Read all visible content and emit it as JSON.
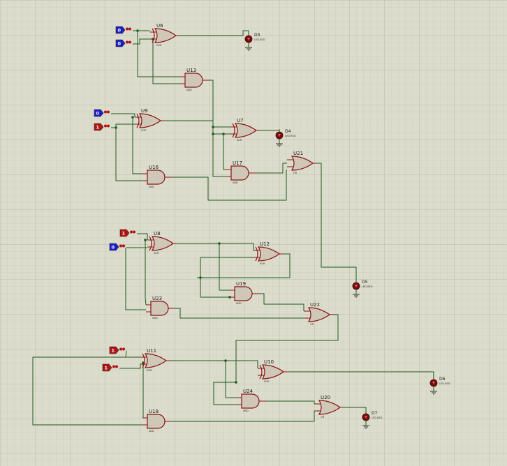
{
  "schematic": {
    "colors": {
      "background": "#dcdccc",
      "grid_minor": "#c6c6b6",
      "grid_major": "#b4b4a4",
      "wire": "#1d5a1d",
      "gate_fill": "#cfc8b8",
      "gate_outline": "#8a1414",
      "logic_low": "#1e1ec8",
      "logic_high": "#b41414",
      "led_body": "#7a0d0d"
    },
    "logic_inputs": [
      {
        "id": "in1",
        "value": "0",
        "state": "low"
      },
      {
        "id": "in2",
        "value": "0",
        "state": "low"
      },
      {
        "id": "in3",
        "value": "0",
        "state": "low"
      },
      {
        "id": "in4",
        "value": "1",
        "state": "high"
      },
      {
        "id": "in5",
        "value": "1",
        "state": "high"
      },
      {
        "id": "in6",
        "value": "0",
        "state": "low"
      },
      {
        "id": "in7",
        "value": "1",
        "state": "high"
      },
      {
        "id": "in8",
        "value": "1",
        "state": "high"
      }
    ],
    "gates": [
      {
        "id": "U6",
        "label": "U6",
        "type": "XOR",
        "type_label": "XOR"
      },
      {
        "id": "U13",
        "label": "U13",
        "type": "AND",
        "type_label": "AND"
      },
      {
        "id": "U9",
        "label": "U9",
        "type": "XOR",
        "type_label": "XOR"
      },
      {
        "id": "U7",
        "label": "U7",
        "type": "XOR",
        "type_label": "XOR"
      },
      {
        "id": "U16",
        "label": "U16",
        "type": "AND",
        "type_label": "AND"
      },
      {
        "id": "U17",
        "label": "U17",
        "type": "AND",
        "type_label": "AND"
      },
      {
        "id": "U21",
        "label": "U21",
        "type": "OR",
        "type_label": "OR"
      },
      {
        "id": "U8",
        "label": "U8",
        "type": "XOR",
        "type_label": "XOR"
      },
      {
        "id": "U12",
        "label": "U12",
        "type": "XOR",
        "type_label": "XOR"
      },
      {
        "id": "U19",
        "label": "U19",
        "type": "AND",
        "type_label": "AND"
      },
      {
        "id": "U23",
        "label": "U23",
        "type": "AND",
        "type_label": "AND"
      },
      {
        "id": "U22",
        "label": "U22",
        "type": "OR",
        "type_label": "OR"
      },
      {
        "id": "U11",
        "label": "U11",
        "type": "XOR",
        "type_label": "XOR"
      },
      {
        "id": "U10",
        "label": "U10",
        "type": "XOR",
        "type_label": "XOR"
      },
      {
        "id": "U24",
        "label": "U24",
        "type": "AND",
        "type_label": "AND"
      },
      {
        "id": "U18",
        "label": "U18",
        "type": "AND",
        "type_label": "AND"
      },
      {
        "id": "U20",
        "label": "U20",
        "type": "OR",
        "type_label": "OR"
      }
    ],
    "leds": [
      {
        "id": "D3",
        "label": "D3",
        "type_label": "LED-RED"
      },
      {
        "id": "D4",
        "label": "D4",
        "type_label": "LED-RED"
      },
      {
        "id": "D5",
        "label": "D5",
        "type_label": "LED-RED"
      },
      {
        "id": "D6",
        "label": "D6",
        "type_label": "LED-RED"
      },
      {
        "id": "D7",
        "label": "D7",
        "type_label": "LED-RED"
      }
    ]
  }
}
